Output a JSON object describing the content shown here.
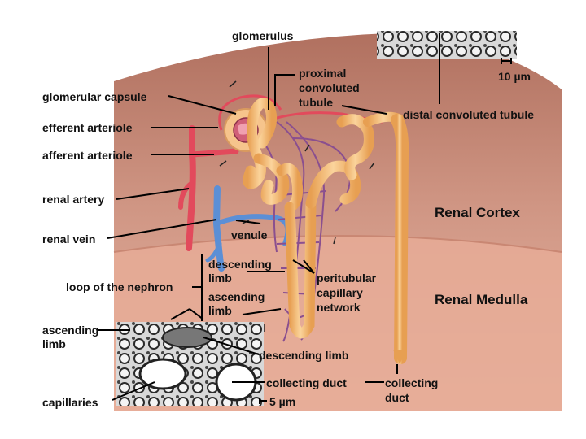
{
  "colors": {
    "cortex": "#c98a78",
    "medulla": "#e2a894",
    "background": "#ffffff",
    "artery": "#e24a5c",
    "vein": "#5b8fd6",
    "tubule": "#f5bf7c",
    "capillary": "#8a4f8f"
  },
  "labels": {
    "glomerulus": "glomerulus",
    "proximal_1": "proximal",
    "proximal_2": "convoluted",
    "proximal_3": "tubule",
    "scale_top": "10 µm",
    "glomerular_capsule": "glomerular capsule",
    "efferent_arteriole": "efferent arteriole",
    "afferent_arteriole": "afferent arteriole",
    "distal_convoluted_tubule": "distal convoluted tubule",
    "renal_artery": "renal artery",
    "renal_vein": "renal vein",
    "venule": "venule",
    "descending_limb_1": "descending",
    "descending_limb_2": "limb",
    "ascending_limb_1": "ascending",
    "ascending_limb_2": "limb",
    "loop_of_nephron": "loop of the nephron",
    "peritubular_1": "peritubular",
    "peritubular_2": "capillary",
    "peritubular_3": "network",
    "renal_cortex": "Renal Cortex",
    "renal_medulla": "Renal Medulla",
    "inset_ascending_1": "ascending",
    "inset_ascending_2": "limb",
    "descending_limb_inset": "descending limb",
    "collecting_duct_inset": "collecting duct",
    "collecting_duct_1": "collecting",
    "collecting_duct_2": "duct",
    "capillaries": "capillaries",
    "scale_bottom": "5 µm"
  }
}
